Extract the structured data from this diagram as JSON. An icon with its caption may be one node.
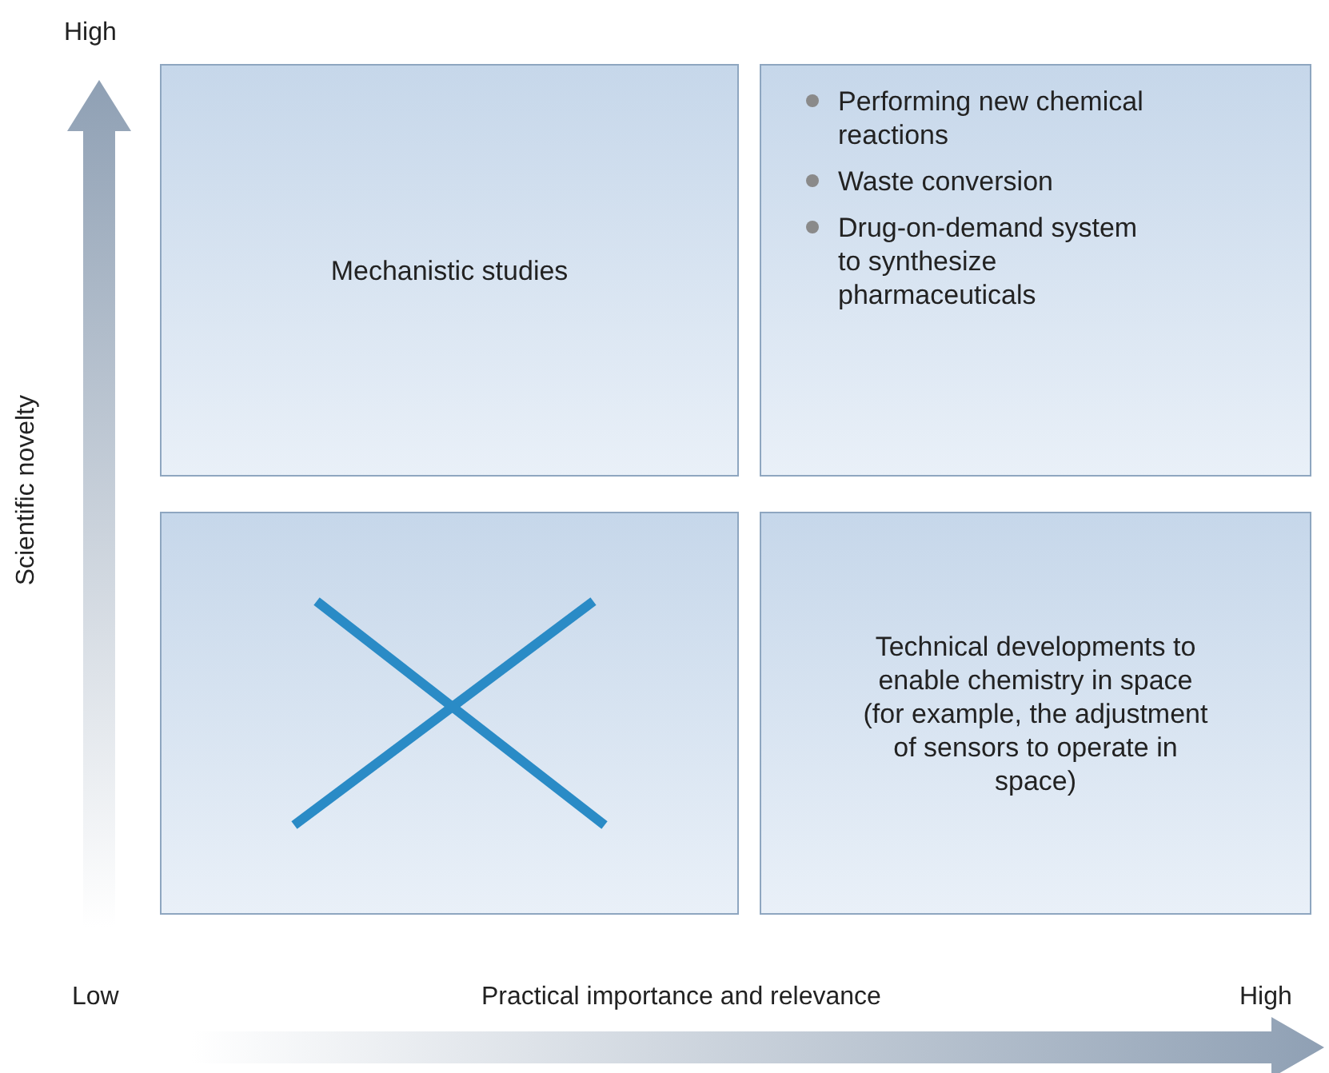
{
  "diagram": {
    "nodes": [
      {
        "text": [
          "Mechanistic studies"
        ]
      },
      {
        "text": [
          "Performing new chemical reactions",
          "Waste conversion",
          "Drug-on-demand system to synthesize pharmaceuticals"
        ]
      },
      {
        "text": [],
        "shape": "box"
      },
      {
        "text": [
          "Technical developments to enable chemistry in space",
          "(for example, the adjustment of sensors to operate in space)"
        ]
      }
    ],
    "labels": [
      "High",
      "Scientific novelty",
      "Low",
      "Practical importance and relevance",
      "High"
    ]
  }
}
